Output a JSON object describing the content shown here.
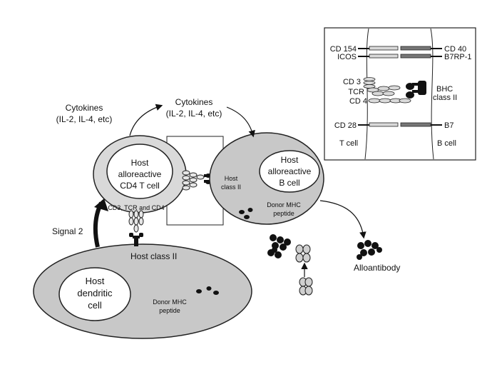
{
  "labels": {
    "cytokines_left": "Cytokines",
    "cytokines_left_detail": "(IL-2, IL-4, etc)",
    "cytokines_right": "Cytokines",
    "cytokines_right_detail": "(IL-2, IL-4, etc)",
    "tcell_line1": "Host",
    "tcell_line2": "alloreactive",
    "tcell_line3": "CD4 T cell",
    "tcell_surface": "CD3, TCR and CD4",
    "bcell_line1": "Host",
    "bcell_line2": "alloreactive",
    "bcell_line3": "B cell",
    "bcell_host_class_line1": "Host",
    "bcell_host_class_line2": "class II",
    "bcell_donor_line1": "Donor MHC",
    "bcell_donor_line2": "peptide",
    "signal2": "Signal 2",
    "dc_host_class": "Host class II",
    "dc_line1": "Host",
    "dc_line2": "dendritic",
    "dc_line3": "cell",
    "dc_donor_line1": "Donor MHC",
    "dc_donor_line2": "peptide",
    "alloantibody": "Alloantibody"
  },
  "inset": {
    "cd154": "CD 154",
    "cd40": "CD 40",
    "icos": "ICOS",
    "b7rp1": "B7RP-1",
    "cd3": "CD 3",
    "tcr": "TCR",
    "cd4": "CD 4",
    "bhc_line1": "BHC",
    "bhc_line2": "class II",
    "cd28": "CD 28",
    "b7": "B7",
    "tcell": "T cell",
    "bcell": "B cell"
  }
}
